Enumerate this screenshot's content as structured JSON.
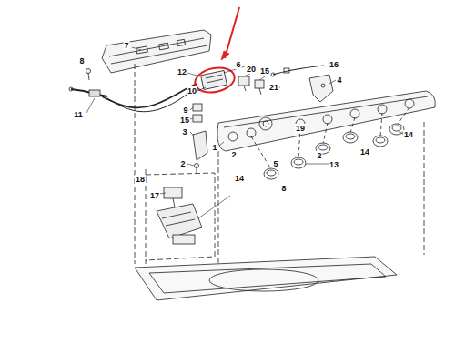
{
  "diagram": {
    "labels": [
      "7",
      "8",
      "6",
      "16",
      "12",
      "20",
      "15",
      "4",
      "10",
      "21",
      "11",
      "9",
      "15",
      "19",
      "14",
      "3",
      "1",
      "2",
      "14",
      "2",
      "13",
      "5",
      "2",
      "14",
      "8",
      "18",
      "17"
    ]
  }
}
